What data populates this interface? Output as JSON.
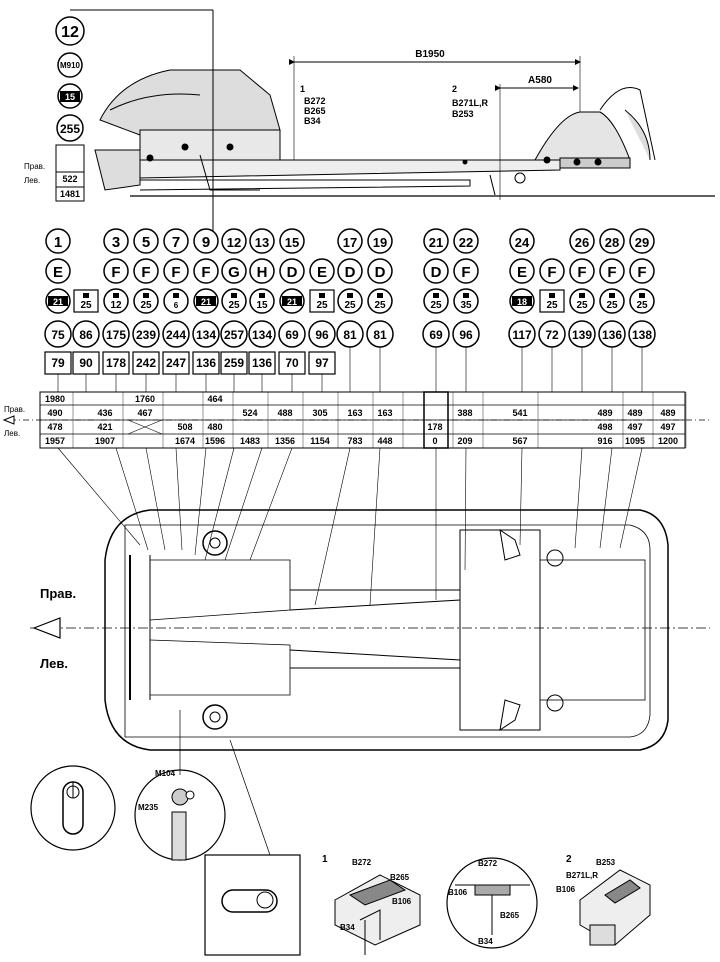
{
  "dim_top": {
    "total": "B1950",
    "right": "A580"
  },
  "ref_notes": {
    "n1": {
      "mark": "1",
      "lines": [
        "B272",
        "B265",
        "B34"
      ]
    },
    "n2": {
      "mark": "2",
      "lines": [
        "B271L,R",
        "B253"
      ]
    }
  },
  "side_labels": {
    "right": "Прав.",
    "left": "Лев."
  },
  "left_col": {
    "num": "12",
    "tool": "M910",
    "height": "15",
    "val": "255",
    "r": "522",
    "l": "1481"
  },
  "points": [
    {
      "num": "1",
      "cls": "E",
      "ht": "21",
      "tool": "",
      "a": "75",
      "b": "79"
    },
    {
      "num": "",
      "cls": "",
      "ht": "25",
      "tool": "",
      "a": "86",
      "b": "90"
    },
    {
      "num": "3",
      "cls": "F",
      "ht": "12",
      "tool": "",
      "a": "175",
      "b": "178"
    },
    {
      "num": "5",
      "cls": "F",
      "ht": "25",
      "tool": "",
      "a": "239",
      "b": "242"
    },
    {
      "num": "7",
      "cls": "F",
      "ht": "6",
      "tool": "",
      "a": "244",
      "b": "247"
    },
    {
      "num": "9",
      "cls": "F",
      "ht": "21",
      "tool": "",
      "a": "134",
      "b": "136"
    },
    {
      "num": "12",
      "cls": "G",
      "ht": "25",
      "tool": "",
      "a": "257",
      "b": "259"
    },
    {
      "num": "13",
      "cls": "H",
      "ht": "15",
      "tool": "",
      "a": "134",
      "b": "136"
    },
    {
      "num": "15",
      "cls": "D",
      "ht": "21",
      "tool": "",
      "a": "69",
      "b": "70"
    },
    {
      "num": "",
      "cls": "E",
      "ht": "25",
      "tool": "",
      "a": "96",
      "b": "97"
    },
    {
      "num": "17",
      "cls": "D",
      "ht": "25",
      "tool": "",
      "a": "81",
      "b": ""
    },
    {
      "num": "19",
      "cls": "D",
      "ht": "25",
      "tool": "",
      "a": "81",
      "b": ""
    },
    {
      "num": "21",
      "cls": "D",
      "ht": "25",
      "tool": "",
      "a": "69",
      "b": ""
    },
    {
      "num": "22",
      "cls": "F",
      "ht": "35",
      "tool": "",
      "a": "96",
      "b": ""
    },
    {
      "num": "24",
      "cls": "E",
      "ht": "18",
      "tool": "",
      "a": "117",
      "b": ""
    },
    {
      "num": "",
      "cls": "F",
      "ht": "25",
      "tool": "",
      "a": "72",
      "b": ""
    },
    {
      "num": "26",
      "cls": "F",
      "ht": "25",
      "tool": "",
      "a": "139",
      "b": ""
    },
    {
      "num": "28",
      "cls": "F",
      "ht": "25",
      "tool": "",
      "a": "136",
      "b": ""
    },
    {
      "num": "29",
      "cls": "F",
      "ht": "25",
      "tool": "",
      "a": "138",
      "b": ""
    }
  ],
  "table": {
    "row_label_right": "Прав.",
    "row_label_left": "Лев.",
    "cells": [
      [
        "1980",
        "490",
        "478",
        "1957"
      ],
      [
        "",
        "436",
        "421",
        "1907"
      ],
      [
        "1760",
        "467",
        "",
        ""
      ],
      [
        "",
        "",
        "508",
        "1674"
      ],
      [
        "464",
        "",
        "480",
        "1596"
      ],
      [
        "",
        "524",
        "",
        "1483"
      ],
      [
        "",
        "488",
        "",
        "1356"
      ],
      [
        "",
        "305",
        "",
        "1154"
      ],
      [
        "",
        "163",
        "",
        "783"
      ],
      [
        "",
        "163",
        "",
        "448"
      ],
      [
        "",
        "",
        "178",
        "0"
      ],
      [
        "",
        "388",
        "",
        "209"
      ],
      [
        "",
        "541",
        "",
        "567"
      ],
      [
        "",
        "489",
        "498",
        "916"
      ],
      [
        "",
        "489",
        "497",
        "1095"
      ],
      [
        "",
        "489",
        "497",
        "1200"
      ]
    ]
  },
  "bottom": {
    "tools": [
      "M104",
      "M235"
    ],
    "detail1": {
      "mark": "1",
      "labels": [
        "B272",
        "B265",
        "B106",
        "B34"
      ]
    },
    "detail2": {
      "labels": [
        "B272",
        "B106",
        "B265",
        "B34"
      ]
    },
    "detail3": {
      "mark": "2",
      "labels": [
        "B253",
        "B271L,R",
        "B106"
      ]
    }
  }
}
